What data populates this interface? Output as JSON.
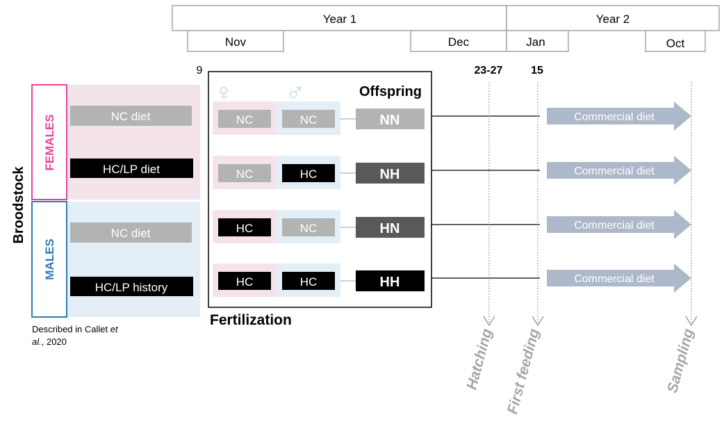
{
  "timeline": {
    "years": [
      "Year 1",
      "Year 2"
    ],
    "months": [
      "Nov",
      "Dec",
      "Jan",
      "Oct"
    ],
    "days": [
      "9",
      "23-27",
      "15"
    ]
  },
  "broodstock": {
    "title": "Broodstock",
    "females_label": "FEMALES",
    "males_label": "MALES",
    "female_diets": [
      "NC diet",
      "HC/LP diet"
    ],
    "male_diets": [
      "NC diet",
      "HC/LP history"
    ],
    "note_line1": "Described in Callet ",
    "note_italic": "et",
    "note_line2_italic": "al.",
    "note_line2_rest": ", 2020"
  },
  "fertilization": {
    "title": "Fertilization",
    "offspring_label": "Offspring",
    "female_symbol": "♀",
    "male_symbol": "♂",
    "crosses": [
      {
        "female": "NC",
        "male": "NC",
        "offspring": "NN"
      },
      {
        "female": "NC",
        "male": "HC",
        "offspring": "NH"
      },
      {
        "female": "HC",
        "male": "NC",
        "offspring": "HN"
      },
      {
        "female": "HC",
        "male": "HC",
        "offspring": "HH"
      }
    ]
  },
  "diet_arrows": [
    "Commercial diet",
    "Commercial diet",
    "Commercial diet",
    "Commercial diet"
  ],
  "events": [
    "Hatching",
    "First feeding",
    "Sampling"
  ],
  "colors": {
    "female_pink": "#e8459a",
    "male_blue": "#2e7ab8",
    "female_bg": "#f5e3ec",
    "male_bg": "#e3eef6",
    "nc_gray": "#b3b3b3",
    "hc_black": "#000000",
    "offspring_dark": "#595959",
    "arrow_blue": "#adb9ca",
    "event_gray": "#a6a6a6"
  }
}
